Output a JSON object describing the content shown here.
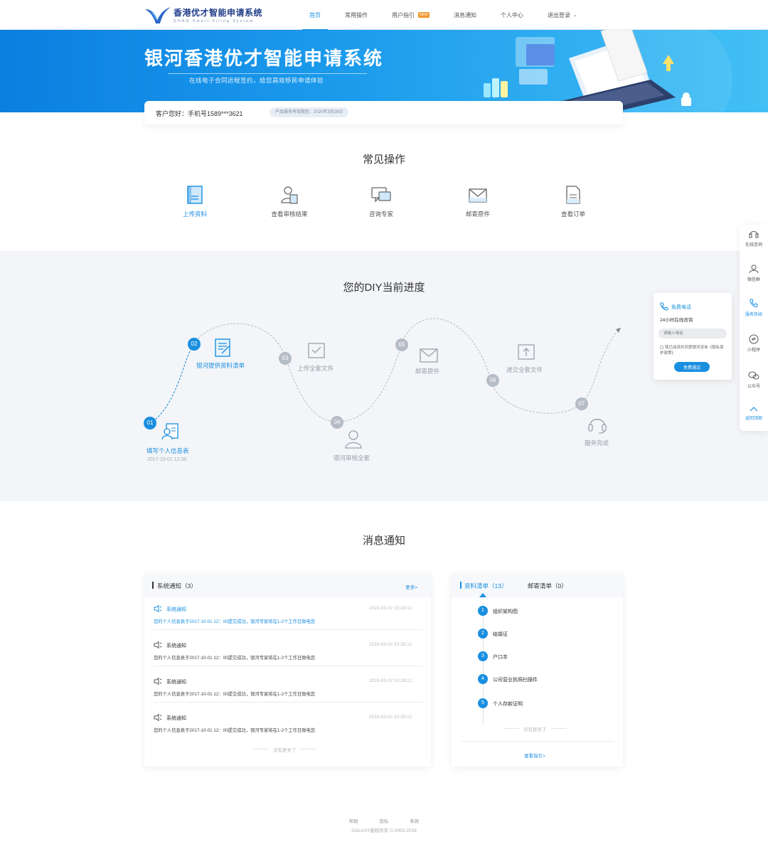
{
  "app": {
    "logo_title": "香港优才智能申请系统",
    "logo_subtitle": "GHAN Smart Filing System"
  },
  "nav": {
    "home": "首页",
    "common_ops": "常用操作",
    "user_guide": "用户指引",
    "new_badge": "NEW",
    "messages": "消息通知",
    "personal": "个人中心",
    "logout": "退出登录"
  },
  "banner": {
    "title": "银河香港优才智能申请系统",
    "subtitle": "在线电子合同远程签约，给您高效移民申请体验",
    "greeting": "客户您好：手机号1589***3621",
    "expiry": "产品服务有效期至：2020年3月28日"
  },
  "common_ops": {
    "title": "常见操作",
    "items": [
      {
        "label": "上传资料",
        "icon": "upload-document-icon"
      },
      {
        "label": "查看审核结果",
        "icon": "review-result-icon"
      },
      {
        "label": "咨询专家",
        "icon": "consult-chat-icon"
      },
      {
        "label": "邮寄原件",
        "icon": "envelope-icon"
      },
      {
        "label": "查看订单",
        "icon": "order-document-icon"
      }
    ]
  },
  "progress": {
    "title": "您的DIY当前进度",
    "steps": [
      {
        "num": "01",
        "label": "填写个人信息表",
        "date": "2017-10-01 12:36",
        "done": true
      },
      {
        "num": "02",
        "label": "银河提供资料清单",
        "done": true
      },
      {
        "num": "03",
        "label": "上传全套文件",
        "done": false
      },
      {
        "num": "04",
        "label": "银河审核全套",
        "done": false
      },
      {
        "num": "05",
        "label": "邮寄原件",
        "done": false
      },
      {
        "num": "06",
        "label": "递交全套文件",
        "done": false
      },
      {
        "num": "07",
        "label": "服务完成",
        "done": false
      }
    ]
  },
  "hotline_popup": {
    "title": "免费电话",
    "subtitle": "24小时在线咨询",
    "input_placeholder": "请输入电话",
    "agreement": "我已阅读并同意银河咨询《隐私保护政策》",
    "button": "免费通话"
  },
  "sidebar": {
    "items": [
      {
        "label": "在线咨询",
        "icon": "headset-icon"
      },
      {
        "label": "微信群",
        "icon": "user-group-icon"
      },
      {
        "label": "服务热线",
        "icon": "phone-icon"
      },
      {
        "label": "小程序",
        "icon": "mini-program-icon"
      },
      {
        "label": "公众号",
        "icon": "wechat-icon"
      },
      {
        "label": "返回顶部",
        "icon": "back-to-top-icon"
      }
    ]
  },
  "notices": {
    "title": "消息通知",
    "system": {
      "title": "系统通知（3）",
      "more": "更多>",
      "items": [
        {
          "title": "系统通知",
          "time": "2018-03-02  10:28:12",
          "body": "您的个人信息表于2017-10-01 12：00提交成功，银河专家将在1-2个工作日致电您"
        },
        {
          "title": "系统通知",
          "time": "2018-03-02  10:28:12",
          "body": "您的个人信息表于2017-10-01 12：00提交成功，银河专家将在1-2个工作日致电您"
        },
        {
          "title": "系统通知",
          "time": "2018-03-02  10:28:12",
          "body": "您的个人信息表于2017-10-01 12：00提交成功，银河专家将在1-2个工作日致电您"
        },
        {
          "title": "系统通知",
          "time": "2018-03-02  10:28:12",
          "body": "您的个人信息表于2017-10-01 12：00提交成功，银河专家将在1-2个工作日致电您"
        }
      ],
      "no_more": "没有更多了"
    },
    "checklist": {
      "tab_materials": "资料清单（13）",
      "tab_mail": "邮寄清单（0）",
      "items": [
        {
          "num": "1",
          "label": "组织架构图"
        },
        {
          "num": "2",
          "label": "结婚证"
        },
        {
          "num": "3",
          "label": "户口本"
        },
        {
          "num": "4",
          "label": "公司营业执照扫描件"
        },
        {
          "num": "5",
          "label": "个人存款证明"
        }
      ],
      "no_more": "没有更多了",
      "guide_link": "查看指引>"
    }
  },
  "footer": {
    "links": [
      "帮助",
      "隐私",
      "条款"
    ],
    "copyright": "GALAXY版权所有 © 2003-2019"
  },
  "colors": {
    "accent": "#1a8fe0",
    "inactive": "#b6bcc6",
    "banner_start": "#0a7fe0",
    "banner_end": "#42c0f5"
  }
}
